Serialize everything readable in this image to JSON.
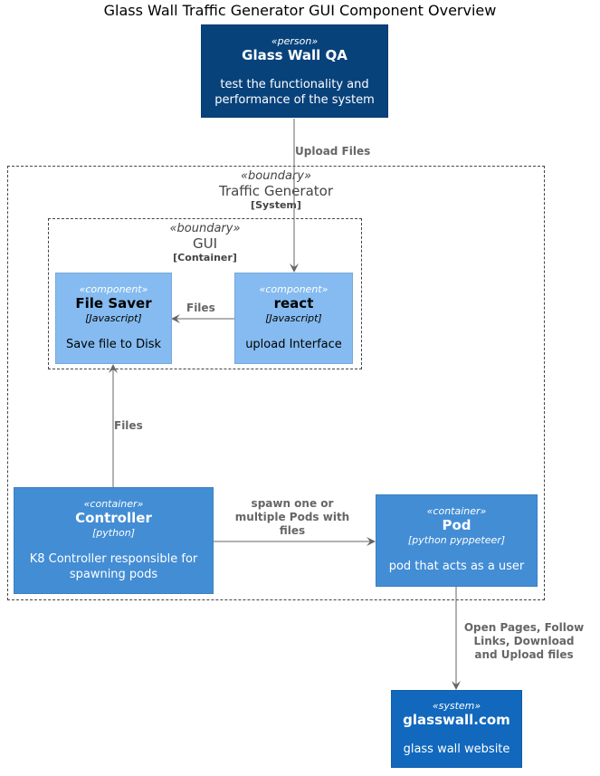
{
  "title": "Glass Wall Traffic Generator GUI Component Overview",
  "colors": {
    "person": "#08427b",
    "container": "#438dd5",
    "component": "#85bbf0",
    "system": "#1168bd",
    "edge": "#666666",
    "boundary": "#444444"
  },
  "nodes": {
    "qa": {
      "stereotype": "«person»",
      "name": "Glass Wall QA",
      "desc1": "test the functionality and",
      "desc2": "performance of the system"
    },
    "file_saver": {
      "stereotype": "«component»",
      "name": "File Saver",
      "tech": "[Javascript]",
      "desc": "Save file to Disk"
    },
    "react": {
      "stereotype": "«component»",
      "name": "react",
      "tech": "[Javascript]",
      "desc": "upload Interface"
    },
    "controller": {
      "stereotype": "«container»",
      "name": "Controller",
      "tech": "[python]",
      "desc1": "K8 Controller responsible for",
      "desc2": "spawning pods"
    },
    "pod": {
      "stereotype": "«container»",
      "name": "Pod",
      "tech": "[python pyppeteer]",
      "desc": "pod that acts as a user"
    },
    "glasswall": {
      "stereotype": "«system»",
      "name": "glasswall.com",
      "desc": "glass wall website"
    }
  },
  "boundaries": {
    "traffic": {
      "stereotype": "«boundary»",
      "name": "Traffic Generator",
      "type": "[System]"
    },
    "gui": {
      "stereotype": "«boundary»",
      "name": "GUI",
      "type": "[Container]"
    }
  },
  "edges": {
    "upload": "Upload Files",
    "files_react": "Files",
    "files_controller": "Files",
    "spawn1": "spawn one or",
    "spawn2": "multiple Pods with",
    "spawn3": "files",
    "open1": "Open Pages, Follow",
    "open2": "Links, Download",
    "open3": "and Upload files"
  }
}
